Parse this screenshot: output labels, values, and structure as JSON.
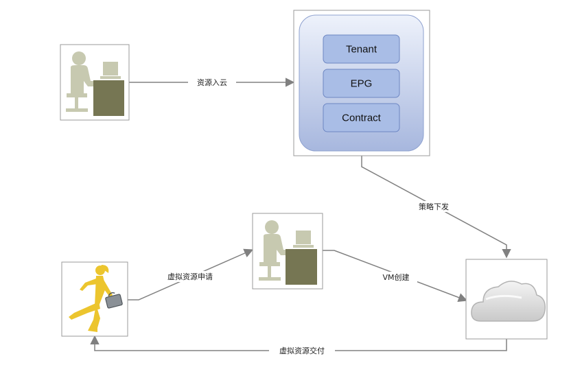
{
  "colors": {
    "line": "#808080",
    "frame_border": "#9a9a9a",
    "policy_fill_top": "#eef2fb",
    "policy_fill_bottom": "#a7b7de",
    "pill_fill": "#a9bde6",
    "pill_border": "#6d86c2",
    "person_body": "#c7c9b0",
    "desk": "#767653",
    "runner": "#ecc52e",
    "cloud": "#d8d8d8"
  },
  "policy_items": [
    "Tenant",
    "EPG",
    "Contract"
  ],
  "edges": {
    "resource_cloud": "资源入云",
    "policy_dispatch": "策略下发",
    "virtual_request": "虚拟资源申请",
    "vm_create": "VM创建",
    "virtual_delivery": "虚拟资源交付"
  },
  "icons": {
    "top_user": "desk-worker-icon",
    "mid_user": "desk-worker-icon",
    "runner": "business-runner-icon",
    "cloud": "cloud-icon"
  }
}
